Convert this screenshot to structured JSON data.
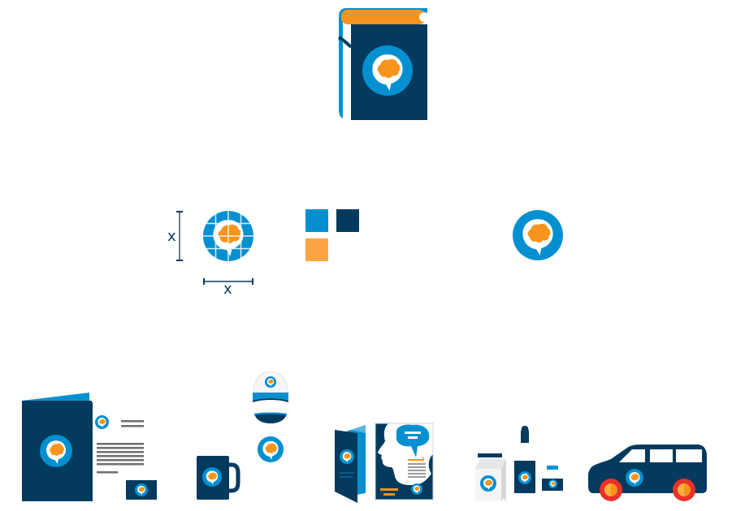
{
  "colors": {
    "navy": "#033a5e",
    "blue": "#0490d0",
    "orange": "#f7941d",
    "light_orange": "#fba443",
    "white": "#ffffff",
    "gray_line": "#6d6e71",
    "light_gray": "#dcdddf",
    "red": "#e8322b",
    "wheel_orange": "#f7931e"
  },
  "sections": {
    "hero": {
      "item": "book-with-brain-logo"
    },
    "construction": {
      "height_label": "x",
      "width_label": "x"
    },
    "palette": {
      "swatches": [
        {
          "name": "blue",
          "color": "#0490d0"
        },
        {
          "name": "navy",
          "color": "#033a5e"
        },
        {
          "name": "orange",
          "color": "#fba443"
        }
      ]
    },
    "logo": {
      "item": "brain-speech-bubble-logo"
    },
    "applications": {
      "items": [
        "folder-and-letterhead",
        "mug",
        "cap",
        "badge",
        "brochure-and-poster",
        "packaging",
        "van"
      ]
    },
    "poster": {
      "question_mark": "?"
    }
  }
}
